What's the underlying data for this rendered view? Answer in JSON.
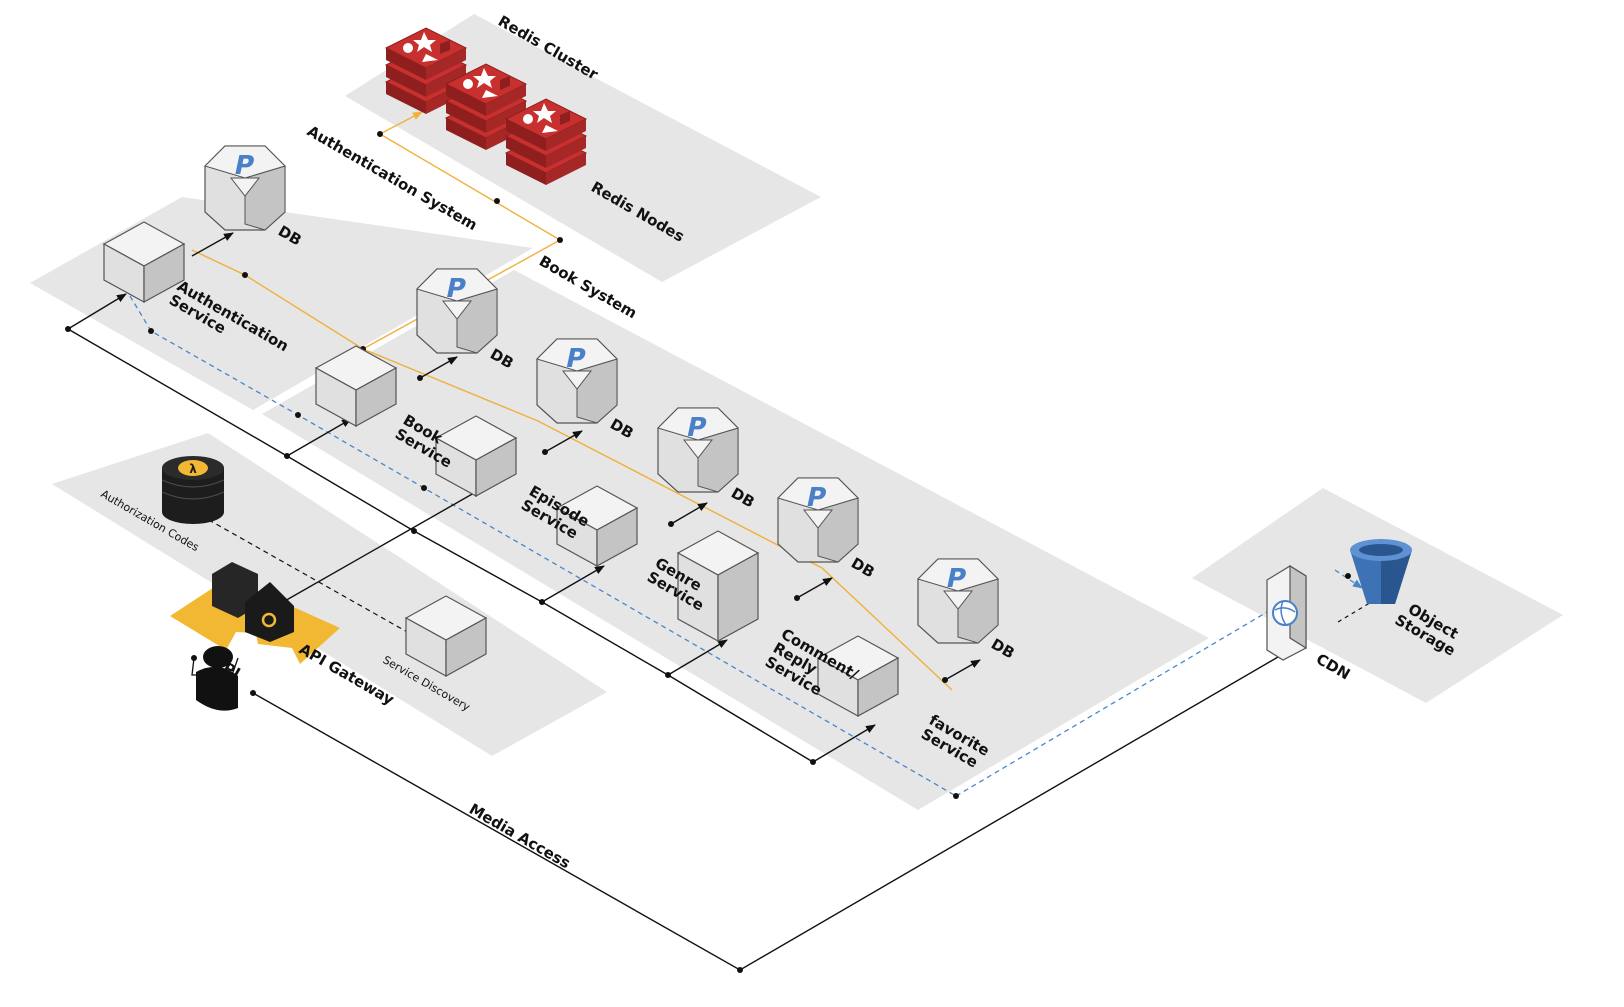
{
  "zones": {
    "redis_cluster": "Redis Cluster",
    "authentication_system": "Authentication System",
    "book_system": "Book System"
  },
  "services": {
    "authentication": [
      "Authentication",
      "Service"
    ],
    "book": [
      "Book",
      "Service"
    ],
    "episode": [
      "Episode",
      "Service"
    ],
    "genre": [
      "Genre",
      "Service"
    ],
    "comment_reply": [
      "Comment/",
      "Reply",
      "Service"
    ],
    "favorite": [
      "favorite",
      "Service"
    ],
    "service_discovery": "Service Discovery"
  },
  "databases": {
    "db_label": "DB",
    "logo_glyph": "P"
  },
  "redis": {
    "nodes_label": "Redis Nodes"
  },
  "gateway": {
    "authorization_codes": "Authorization Codes",
    "lambda_glyph": "λ",
    "api_gateway": "API Gateway",
    "api": "API"
  },
  "edge": {
    "cdn": "CDN",
    "object_storage": [
      "Object",
      "Storage"
    ],
    "media_access": "Media Access"
  },
  "colors": {
    "zone_fill": "#e6e6e6",
    "cube_top": "#f3f3f3",
    "cube_left": "#e0e0e0",
    "cube_right": "#c4c4c4",
    "cube_stroke": "#555555",
    "redis_red": "#c8302f",
    "redis_dark": "#8e1f1e",
    "postgres_blue": "#4a80c8",
    "storage_blue": "#3d72b4",
    "cache_line": "#f0b03c",
    "discovery_line": "#4a86c8",
    "gateway_arrow": "#f2b833",
    "link_line": "#111111"
  },
  "icons": {
    "user": "user-icon",
    "lambda": "lambda-icon",
    "gateway": "api-gateway-icon",
    "cdn": "cdn-icon",
    "bucket": "bucket-icon",
    "redis": "redis-icon",
    "postgres": "postgres-db-icon"
  }
}
